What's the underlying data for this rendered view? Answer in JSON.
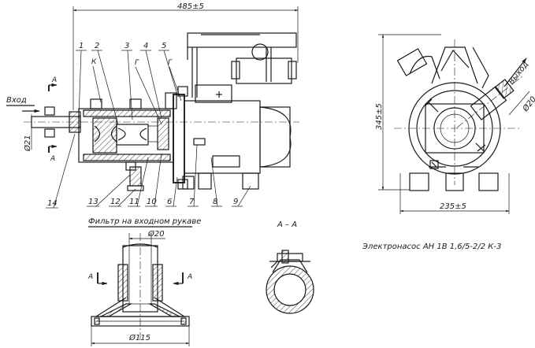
{
  "dimensions": {
    "overall_length": "485±5",
    "height": "345±5",
    "width": "235±5",
    "inlet_diameter": "Ø21",
    "outlet_diameter": "Ø20",
    "filter_pipe_diameter": "Ø20",
    "filter_base_diameter": "Ø115"
  },
  "labels": {
    "inlet": "Вход",
    "outlet": "Выход",
    "filter_caption": "Фильтр на входном рукаве",
    "section_title": "А – А",
    "pump_title": "Электронасос АН 1В 1,6/5-2/2 К-3",
    "section_mark": "А",
    "letter_k": "К",
    "letter_g1": "Г",
    "letter_g2": "Г"
  },
  "callouts_top": [
    "1",
    "2",
    "3",
    "4",
    "5"
  ],
  "callouts_bottom": [
    "14",
    "13",
    "12",
    "11",
    "10",
    "6",
    "7",
    "8",
    "9"
  ]
}
